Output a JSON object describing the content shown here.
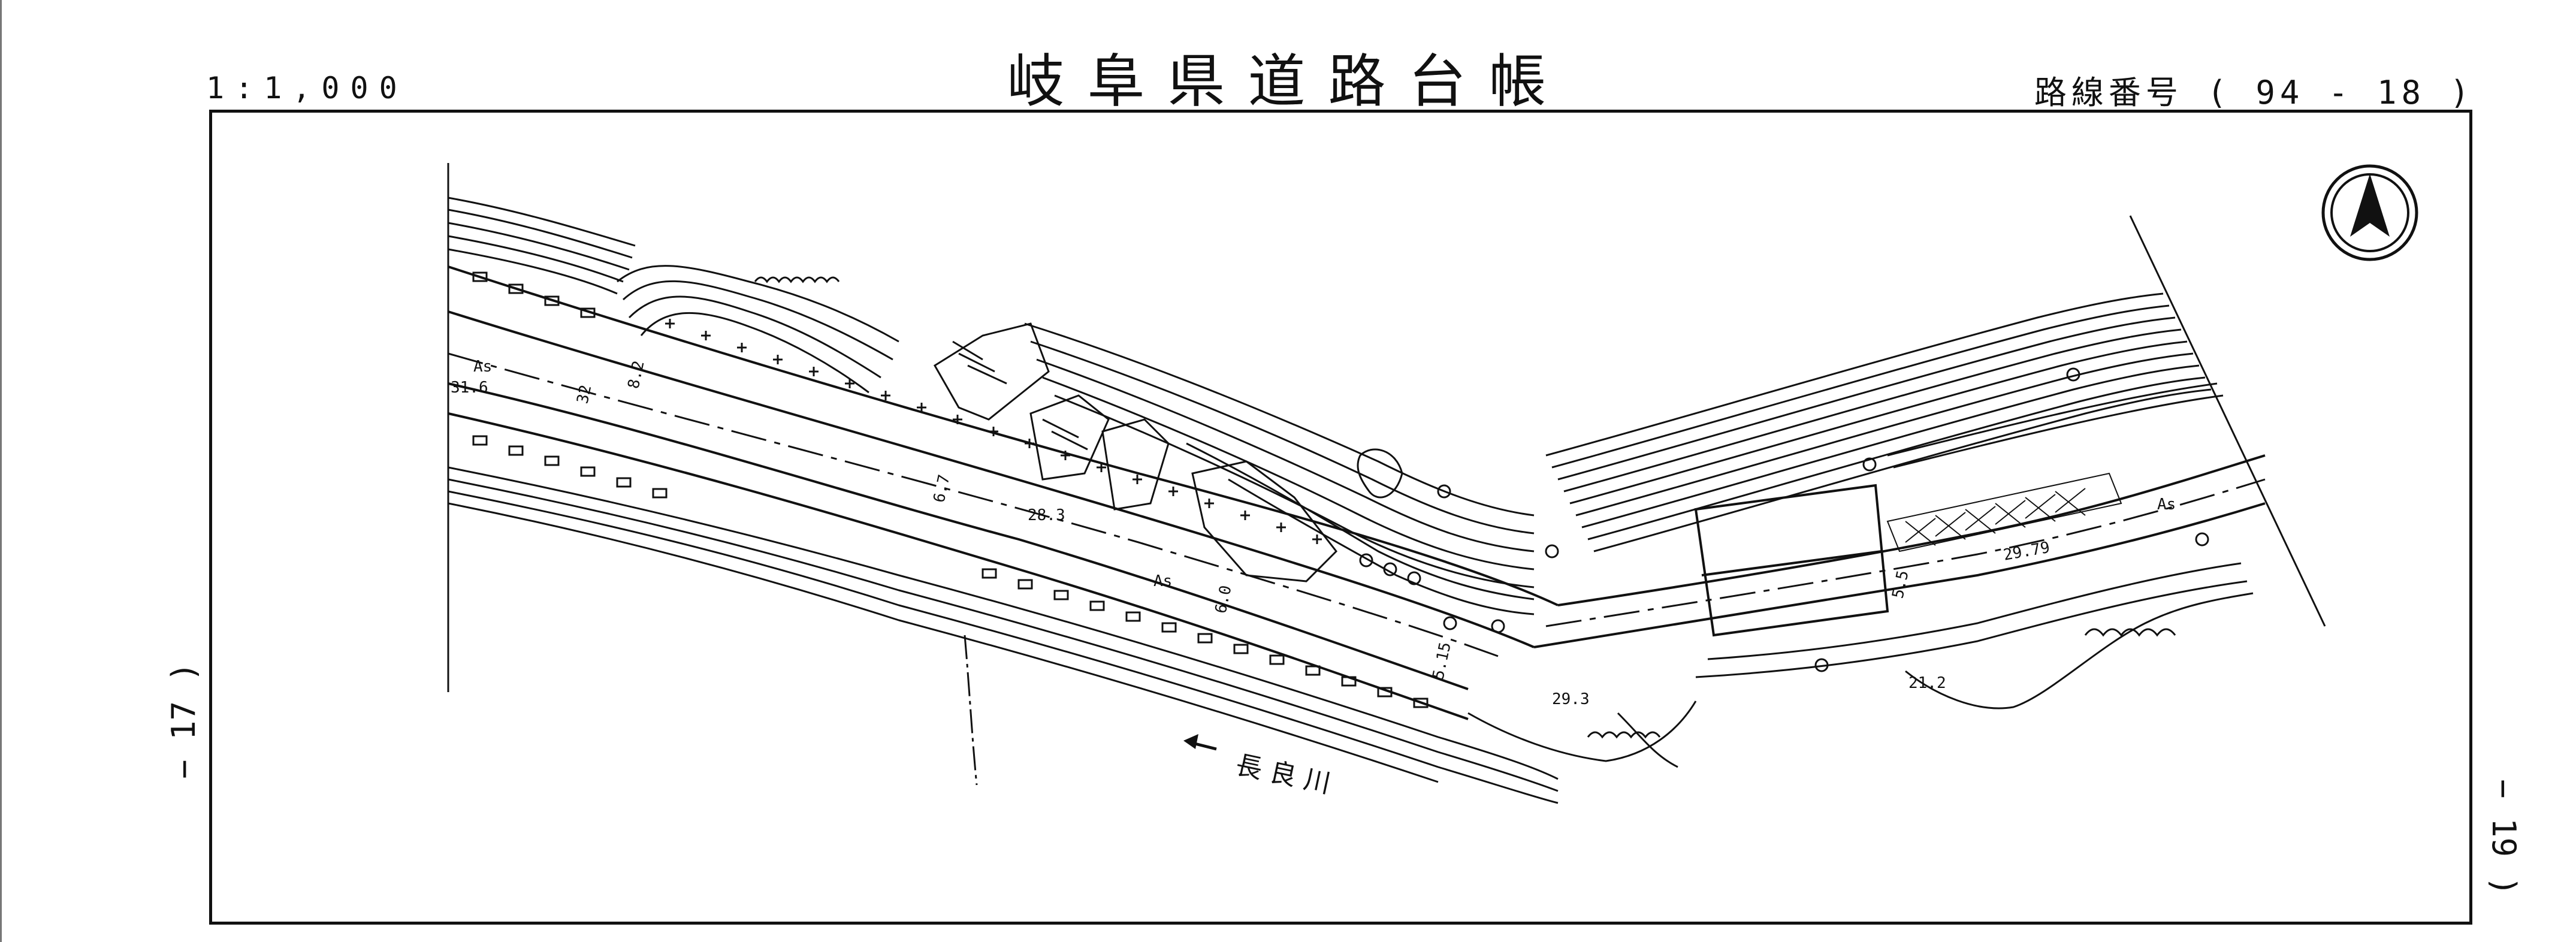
{
  "sheet": {
    "title": "岐阜県道路台帳",
    "scale": "1:1,000",
    "route_number": "路線番号 ( 94 - 18 )",
    "adjacent_left": "− 17 )",
    "adjacent_right": "− 19 )",
    "north_arrow_icon": "north-arrow-icon"
  },
  "map_labels": {
    "river": "長 良 川",
    "elev_left_a": "31.6",
    "elev_left_b": "32",
    "elev_mid": "28.3",
    "elev_bridge": "29.3",
    "elev_right_a": "29.79",
    "elev_right_b": "21.2",
    "width_a": "8.2",
    "width_b": "6.7",
    "width_c": "6.0",
    "width_d": "5.5",
    "width_e": "5.15",
    "pave_left": "As",
    "pave_mid": "As",
    "pave_right": "As"
  }
}
